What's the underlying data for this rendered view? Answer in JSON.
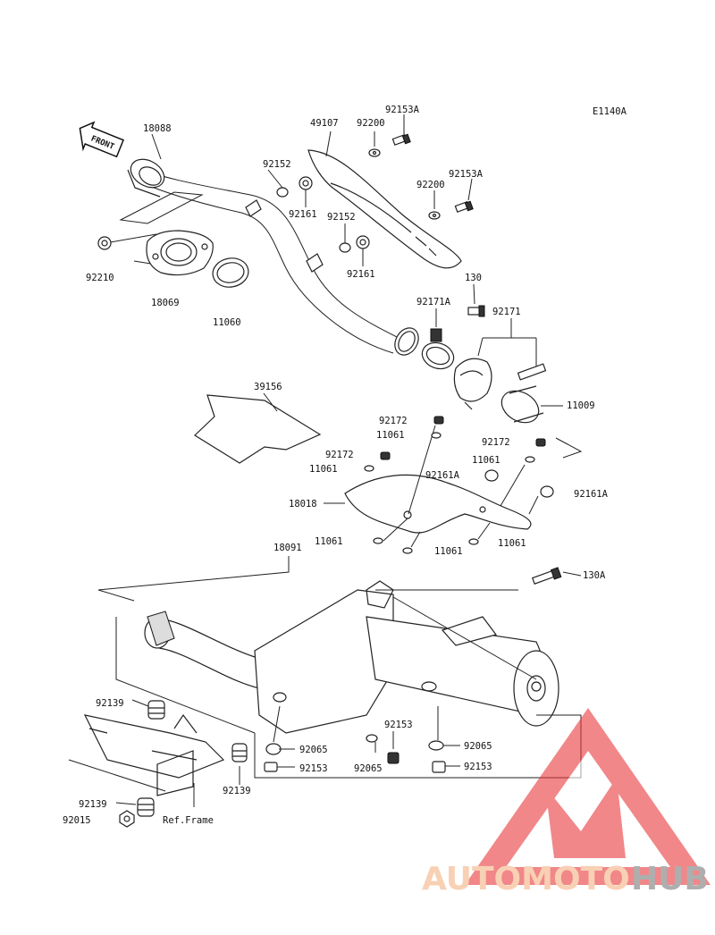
{
  "diagram": {
    "code": "E1140A",
    "front_label": "FRONT",
    "ref_frame": "Ref.Frame",
    "labels": {
      "p18088": "18088",
      "p49107": "49107",
      "p92200a": "92200",
      "p92153A_a": "92153A",
      "p92152a": "92152",
      "p92161a": "92161",
      "p92200b": "92200",
      "p92153A_b": "92153A",
      "p92152b": "92152",
      "p92161b": "92161",
      "p92210": "92210",
      "p18069": "18069",
      "p11060": "11060",
      "p130": "130",
      "p92171A": "92171A",
      "p92171": "92171",
      "p39156": "39156",
      "p11009": "11009",
      "p92172a": "92172",
      "p11061a": "11061",
      "p92172b": "92172",
      "p92172c": "92172",
      "p11061b": "11061",
      "p11061c": "11061",
      "p92161A_a": "92161A",
      "p92161A_b": "92161A",
      "p18018": "18018",
      "p11061d": "11061",
      "p11061e": "11061",
      "p11061f": "11061",
      "p18091": "18091",
      "p130A": "130A",
      "p92139a": "92139",
      "p92065a": "92065",
      "p92153a": "92153",
      "p92065b": "92065",
      "p92153b": "92153",
      "p92065c": "92065",
      "p92153c": "92153",
      "p92139b": "92139",
      "p92139c": "92139",
      "p92015": "92015"
    }
  },
  "watermark": {
    "part1": "AUTOMOTO",
    "part2": "HUB",
    "color1": "#f4b183",
    "color2": "#7a7a7a",
    "logo_color": "#e8393b"
  }
}
